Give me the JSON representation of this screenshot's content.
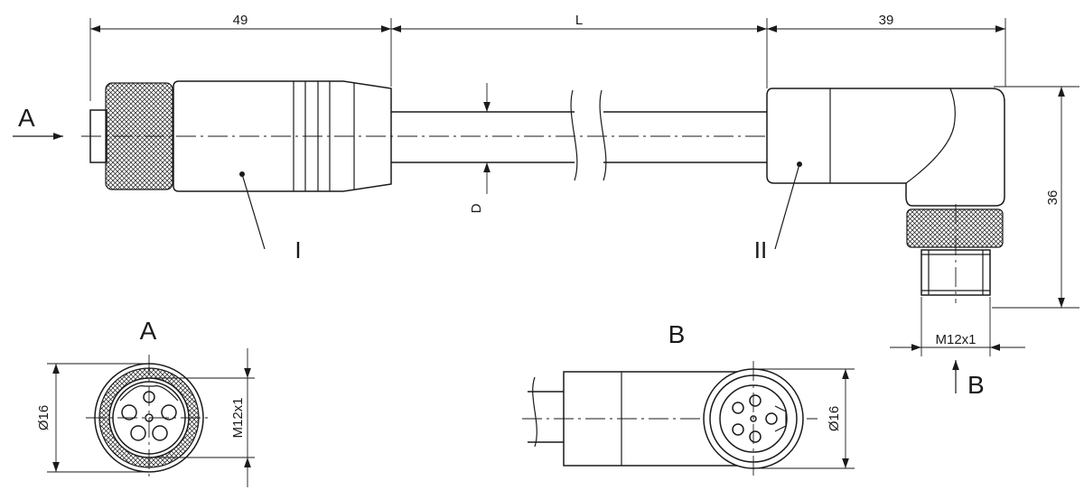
{
  "dimensions": {
    "left_length": "49",
    "cable_length": "L",
    "right_length": "39",
    "cable_diameter": "D",
    "angled_height": "36",
    "thread_side": "M12x1",
    "diameter_a": "Ø16",
    "thread_a": "M12x1",
    "diameter_b": "Ø16"
  },
  "labels": {
    "connector_1": "I",
    "connector_2": "II",
    "view_arrow_a": "A",
    "view_arrow_b": "B",
    "view_a_title": "A",
    "view_b_title": "B"
  }
}
